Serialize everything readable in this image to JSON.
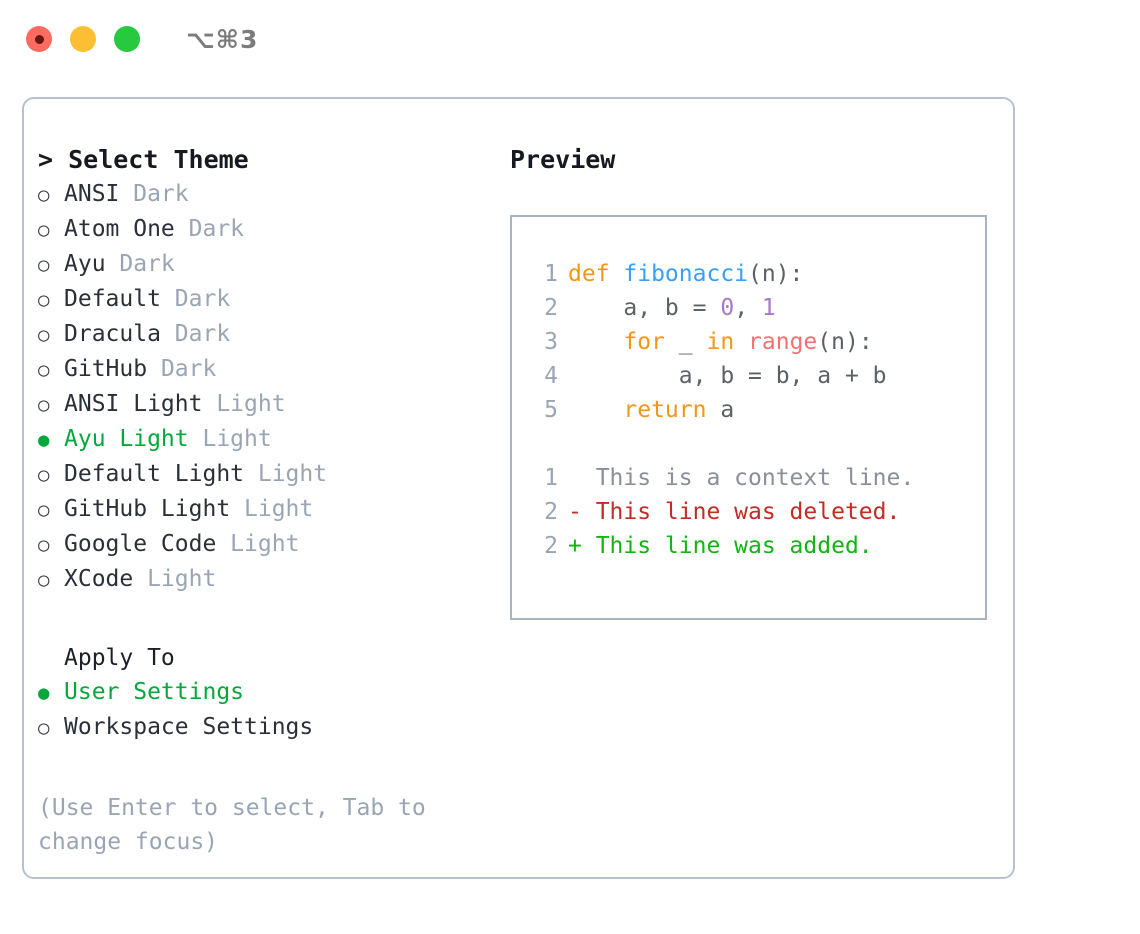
{
  "titlebar": {
    "shortcut": "⌥⌘3",
    "dots": [
      {
        "name": "close",
        "color": "#ff6b61"
      },
      {
        "name": "minimize",
        "color": "#fbbf31"
      },
      {
        "name": "maximize",
        "color": "#27c93f"
      }
    ]
  },
  "theme_section": {
    "header": "> Select Theme",
    "items": [
      {
        "marker": "○",
        "label": "ANSI",
        "suffix": "Dark",
        "selected": false
      },
      {
        "marker": "○",
        "label": "Atom One",
        "suffix": "Dark",
        "selected": false
      },
      {
        "marker": "○",
        "label": "Ayu",
        "suffix": "Dark",
        "selected": false
      },
      {
        "marker": "○",
        "label": "Default",
        "suffix": "Dark",
        "selected": false
      },
      {
        "marker": "○",
        "label": "Dracula",
        "suffix": "Dark",
        "selected": false
      },
      {
        "marker": "○",
        "label": "GitHub",
        "suffix": "Dark",
        "selected": false
      },
      {
        "marker": "○",
        "label": "ANSI Light",
        "suffix": "Light",
        "selected": false
      },
      {
        "marker": "●",
        "label": "Ayu Light",
        "suffix": "Light",
        "selected": true
      },
      {
        "marker": "○",
        "label": "Default Light",
        "suffix": "Light",
        "selected": false
      },
      {
        "marker": "○",
        "label": "GitHub Light",
        "suffix": "Light",
        "selected": false
      },
      {
        "marker": "○",
        "label": "Google Code",
        "suffix": "Light",
        "selected": false
      },
      {
        "marker": "○",
        "label": "XCode",
        "suffix": "Light",
        "selected": false
      }
    ]
  },
  "apply_section": {
    "header": "Apply To",
    "items": [
      {
        "marker": "●",
        "label": "User Settings",
        "suffix": "",
        "selected": true
      },
      {
        "marker": "○",
        "label": "Workspace Settings",
        "suffix": "",
        "selected": false
      }
    ]
  },
  "hint": "(Use Enter to select, Tab to change focus)",
  "preview": {
    "header": "Preview",
    "code_lines": [
      {
        "lineno": "1",
        "tokens": [
          {
            "t": "def ",
            "c": "kw"
          },
          {
            "t": "fibonacci",
            "c": "fn"
          },
          {
            "t": "(n):",
            "c": "punc"
          }
        ]
      },
      {
        "lineno": "2",
        "tokens": [
          {
            "t": "    a, b = ",
            "c": "var"
          },
          {
            "t": "0",
            "c": "num"
          },
          {
            "t": ", ",
            "c": "punc"
          },
          {
            "t": "1",
            "c": "num"
          }
        ]
      },
      {
        "lineno": "3",
        "tokens": [
          {
            "t": "    ",
            "c": "punc"
          },
          {
            "t": "for",
            "c": "kw"
          },
          {
            "t": " _ ",
            "c": "var"
          },
          {
            "t": "in",
            "c": "kw"
          },
          {
            "t": " ",
            "c": "var"
          },
          {
            "t": "range",
            "c": "call"
          },
          {
            "t": "(n):",
            "c": "punc"
          }
        ]
      },
      {
        "lineno": "4",
        "tokens": [
          {
            "t": "        a, b = b, a + b",
            "c": "var"
          }
        ]
      },
      {
        "lineno": "5",
        "tokens": [
          {
            "t": "    ",
            "c": "punc"
          },
          {
            "t": "return",
            "c": "kw"
          },
          {
            "t": " a",
            "c": "var"
          }
        ]
      }
    ],
    "diff_lines": [
      {
        "lineno": "1",
        "text": "  This is a context line.",
        "kind": "ctx"
      },
      {
        "lineno": "2",
        "text": "- This line was deleted.",
        "kind": "del"
      },
      {
        "lineno": "2",
        "text": "+ This line was added.",
        "kind": "add"
      }
    ]
  },
  "colors": {
    "accent_green": "#06a83c",
    "muted": "#9aa5b4",
    "border": "#b8c2cc",
    "preview_border": "#a8b2c1",
    "kw_orange": "#f29718",
    "fn_blue": "#3aa0f5",
    "num_purple": "#a37acc",
    "call_red": "#f07171",
    "diff_del": "#c22c24",
    "diff_add": "#13b413"
  }
}
